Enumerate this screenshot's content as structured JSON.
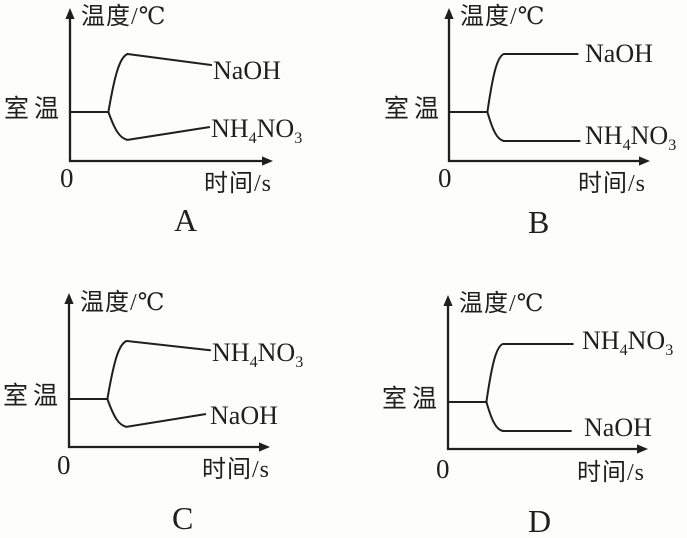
{
  "figure": {
    "ink": "#1f1f1f",
    "background": "#fdfdfc"
  },
  "chart_data": {
    "type": "line",
    "layout": "2x2 grid of answer-option panels",
    "axes_note": "qualitative sketch; no numeric ticks, only origin 0 and room-temperature reference line",
    "legend": "none (curves labeled inline at right end)",
    "panels": [
      {
        "option_label": "A",
        "y_axis_label": "温度/℃",
        "x_axis_label": "时间/s",
        "origin_label": "0",
        "y_reference_label": "室温",
        "series": [
          {
            "formula": "NaOH",
            "direction": "up",
            "profile": "holds at room temperature, rises sharply to a peak, then declines gradually",
            "x": [
              0,
              2,
              3,
              7.35
            ],
            "y_rel_room": [
              0,
              0,
              1.0,
              0.81
            ]
          },
          {
            "formula": "NH4NO3",
            "direction": "down",
            "profile": "holds at room temperature, dips sharply to a minimum, then recovers gradually",
            "x": [
              0,
              2,
              3,
              7.25
            ],
            "y_rel_room": [
              0,
              0,
              -0.48,
              -0.26
            ]
          }
        ]
      },
      {
        "option_label": "B",
        "y_axis_label": "温度/℃",
        "x_axis_label": "时间/s",
        "origin_label": "0",
        "y_reference_label": "室温",
        "series": [
          {
            "formula": "NaOH",
            "direction": "up",
            "profile": "holds at room temperature, rises sharply, then stays constant at a higher temperature",
            "x": [
              0,
              2,
              2.85,
              6.7
            ],
            "y_rel_room": [
              0,
              0,
              1.0,
              1.0
            ]
          },
          {
            "formula": "NH4NO3",
            "direction": "down",
            "profile": "holds at room temperature, drops sharply, then stays constant at a lower temperature",
            "x": [
              0,
              2,
              2.85,
              6.8
            ],
            "y_rel_room": [
              0,
              0,
              -0.5,
              -0.5
            ]
          }
        ]
      },
      {
        "option_label": "C",
        "y_axis_label": "温度/℃",
        "x_axis_label": "时间/s",
        "origin_label": "0",
        "y_reference_label": "室温",
        "series": [
          {
            "formula": "NH4NO3",
            "direction": "up",
            "profile": "holds at room temperature, rises sharply to a peak, then declines gradually",
            "x": [
              0,
              2,
              3,
              7.35
            ],
            "y_rel_room": [
              0,
              0,
              1.0,
              0.84
            ]
          },
          {
            "formula": "NaOH",
            "direction": "down",
            "profile": "holds at room temperature, dips sharply to a minimum, then recovers gradually",
            "x": [
              0,
              2,
              3,
              7.1
            ],
            "y_rel_room": [
              0,
              0,
              -0.48,
              -0.26
            ]
          }
        ]
      },
      {
        "option_label": "D",
        "y_axis_label": "温度/℃",
        "x_axis_label": "时间/s",
        "origin_label": "0",
        "y_reference_label": "室温",
        "series": [
          {
            "formula": "NH4NO3",
            "direction": "up",
            "profile": "holds at room temperature, rises sharply, then stays constant at a higher temperature",
            "x": [
              0,
              2,
              2.85,
              6.5
            ],
            "y_rel_room": [
              0,
              0,
              1.0,
              1.0
            ]
          },
          {
            "formula": "NaOH",
            "direction": "down",
            "profile": "holds at room temperature, drops sharply, then stays constant at a lower temperature",
            "x": [
              0,
              2,
              2.85,
              6.4
            ],
            "y_rel_room": [
              0,
              0,
              -0.5,
              -0.5
            ]
          }
        ]
      }
    ]
  }
}
